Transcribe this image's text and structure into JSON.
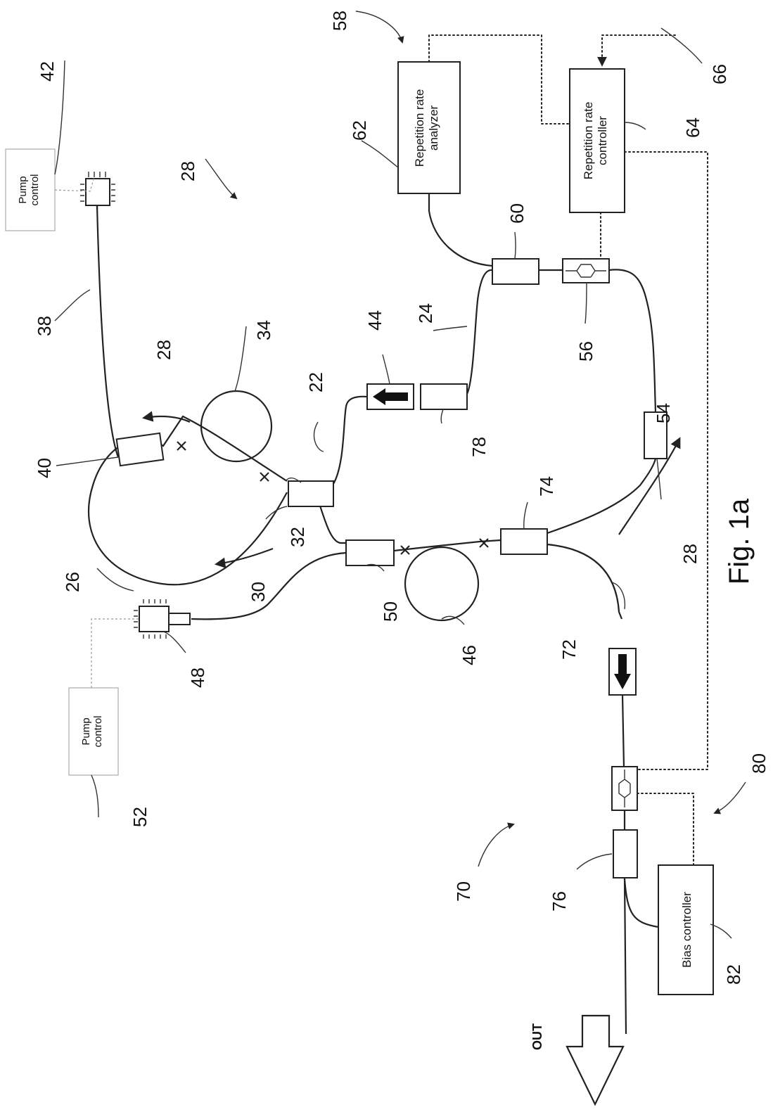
{
  "figure": {
    "caption": "Fig. 1a",
    "out_label": "OUT"
  },
  "boxes": {
    "pump_control_top": [
      "Pump",
      "control"
    ],
    "pump_control_bottom": [
      "Pump",
      "control"
    ],
    "rep_rate_analyzer": [
      "Repetition rate",
      "analyzer"
    ],
    "rep_rate_controller": [
      "Repetition rate",
      "controller"
    ],
    "bias_controller": [
      "Bias controller"
    ]
  },
  "labels": {
    "n22": "22",
    "n24": "24",
    "n26": "26",
    "n28a": "28",
    "n28b": "28",
    "n28c": "28",
    "n30": "30",
    "n32": "32",
    "n34": "34",
    "n38": "38",
    "n40": "40",
    "n42": "42",
    "n44": "44",
    "n46": "46",
    "n48": "48",
    "n50": "50",
    "n52": "52",
    "n54": "54",
    "n56": "56",
    "n58": "58",
    "n60": "60",
    "n62": "62",
    "n64": "64",
    "n66": "66",
    "n70": "70",
    "n72": "72",
    "n74": "74",
    "n76": "76",
    "n78": "78",
    "n80": "80",
    "n82": "82"
  }
}
